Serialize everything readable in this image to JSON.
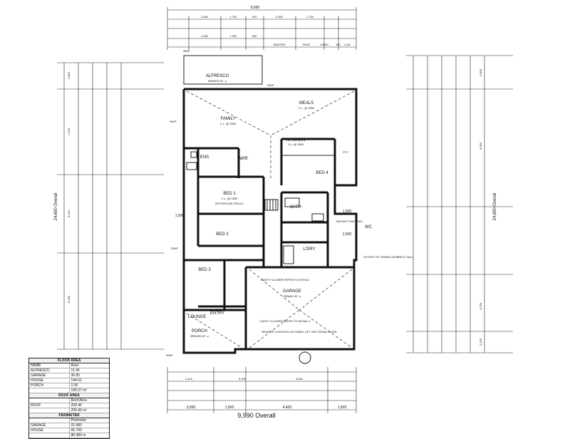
{
  "dimensions": {
    "top_total": "9,990",
    "top_row1": [
      "2,990",
      "1,730",
      "920",
      "3,260",
      "1,730"
    ],
    "top_row2": [
      "2,490",
      "1,780",
      "950",
      "MASTER",
      "PASS",
      "LINEN",
      "WC",
      "1,190"
    ],
    "left_total": "24,690 Overall",
    "left_segments": [
      "2,800",
      "7,190",
      "6,410",
      "8,290"
    ],
    "right_total": "24,690 Overall",
    "right_segments": [
      "2,800",
      "9,990",
      "4,790",
      "2,200"
    ],
    "bottom_total": "9,990 Overall",
    "bottom_row": [
      "3,990",
      "1,500",
      "4,400",
      "1,500"
    ],
    "bottom_row2": [
      "2,410",
      "3,000",
      "4,820"
    ],
    "mid_1500_a": "1,500",
    "mid_1500_b": "1,500",
    "mid_1500_c": "1,500"
  },
  "rooms": {
    "alfresco": "ALFRESCO",
    "alfresco_note": "BPAVED AT -c",
    "meals": "MEALS",
    "meals_note": "C.L. @ 2500",
    "family": "FAMILY",
    "family_note": "C.L. @ 2500",
    "kitchen": "KITCHEN",
    "kitchen_note": "C.L. @ 2500",
    "ens": "ENS",
    "wir": "WIR",
    "bed1": "BED 1",
    "bed1_note": "C.L. @ 2500",
    "bed1_return": "RETURN AIR GRILLE",
    "bed2": "BED 2",
    "bed3": "BED 3",
    "bed4": "BED 4",
    "bath": "BATH",
    "ldry": "L'DRY",
    "wc": "WC",
    "garage": "GARAGE",
    "garage_note": "GRANO AT -c",
    "lounge": "LOUNGE",
    "entry": "ENTRY",
    "porch": "PORCH",
    "porch_note": "BPAVED AT -c",
    "cavity_closer": "CAVITY CLOSER REFER TO DETAIL",
    "cavity_closer2": "CAVITY CLOSER REFER TO DETAIL 2",
    "remote": "REMOTE CONTROLLED PANEL LIFT SECTIONAL DOOR",
    "instant_gas": "INSTANT GAS HWU",
    "extent": "EXTENT OF GRAND (NOBRICK SILL)",
    "pantry": "PTY",
    "rwp": "RWP"
  },
  "area_table": {
    "title": "FLOOR AREA",
    "header": [
      "NAME",
      "Area"
    ],
    "rows": [
      [
        "ALFRESCO",
        "11.45"
      ],
      [
        "GARAGE",
        "36.65"
      ],
      [
        "HOUSE",
        "144.61"
      ],
      [
        "PORCH",
        "2.36"
      ],
      [
        "",
        "195.07 m²"
      ]
    ],
    "roof_title": "ROOF AREA",
    "roof_header": [
      "",
      "Roof Area"
    ],
    "roof_rows": [
      [
        "ROOF",
        "209.46"
      ],
      [
        "",
        "209.46 m²"
      ]
    ],
    "perimeter_title": "PERIMETER",
    "perimeter_header": [
      "",
      "Perimeter"
    ],
    "perimeter_rows": [
      [
        "GARAGE",
        "22.680"
      ],
      [
        "HOUSE",
        "65.700"
      ],
      [
        "",
        "88.380 m"
      ]
    ]
  }
}
